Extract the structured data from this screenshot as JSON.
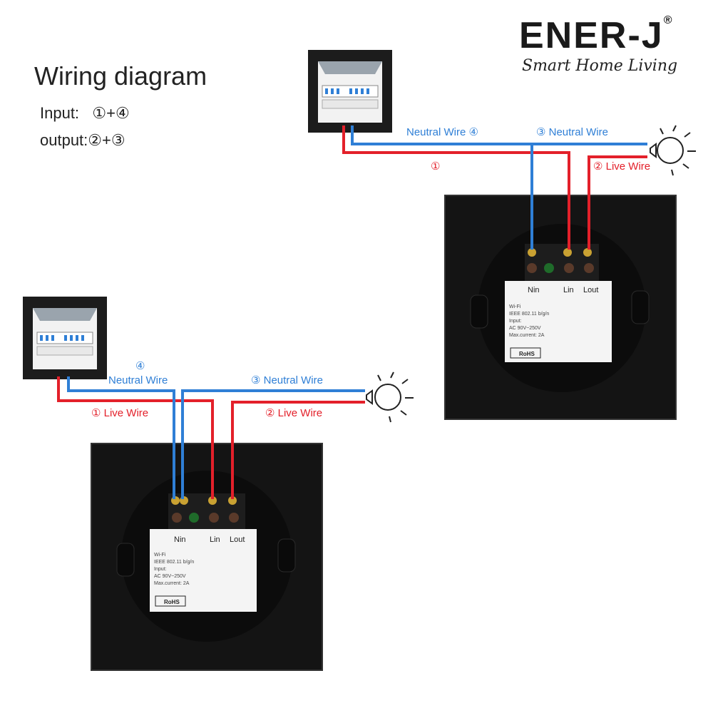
{
  "header": {
    "title": "Wiring diagram",
    "input_line": "Input:   ①+④",
    "output_line": "output:②+③",
    "brand": "ENER-J",
    "brand_mark": "®",
    "tagline": "Smart Home Living"
  },
  "colors": {
    "live": "#e3202a",
    "neutral": "#2f7fd6",
    "panel": "#141414",
    "label_live": "#e3202a",
    "label_neutral": "#2f7fd6"
  },
  "terminals": [
    "Nin",
    "Lin",
    "Lout"
  ],
  "module_specs": [
    "Wi-Fi",
    "IEEE 802.11 b/g/n",
    "Input:",
    "AC 90V~250V",
    "Max.current: 2A"
  ],
  "rohs": "RoHS",
  "diagram_top": {
    "label_neutral_4": "Neutral Wire ④",
    "label_neutral_3": "③ Neutral Wire",
    "label_live_1": "①",
    "label_live_2": "② Live Wire"
  },
  "diagram_bottom": {
    "label_neutral_4_num": "④",
    "label_neutral_4": "Neutral Wire",
    "label_neutral_3": "③ Neutral Wire",
    "label_live_1": "① Live Wire",
    "label_live_2": "② Live Wire"
  }
}
